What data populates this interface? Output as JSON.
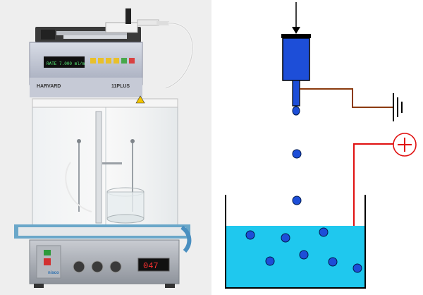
{
  "photo": {
    "brand_label": "HARVARD",
    "model_label": "11PLUS",
    "pump_display": "RATE 7.000 ml/m",
    "base_brand": "nisco",
    "base_display": "047"
  },
  "diagram": {
    "colors": {
      "syringe": "#1d4ed8",
      "drop": "#1d4ed8",
      "liquid": "#1fc8ee",
      "ground_wire": "#8b3a0e",
      "hv_wire": "#e01010",
      "outline": "#000000"
    },
    "icons": {
      "press": "down-arrow-icon",
      "ground": "ground-symbol-icon",
      "positive": "plus-circle-icon"
    }
  }
}
